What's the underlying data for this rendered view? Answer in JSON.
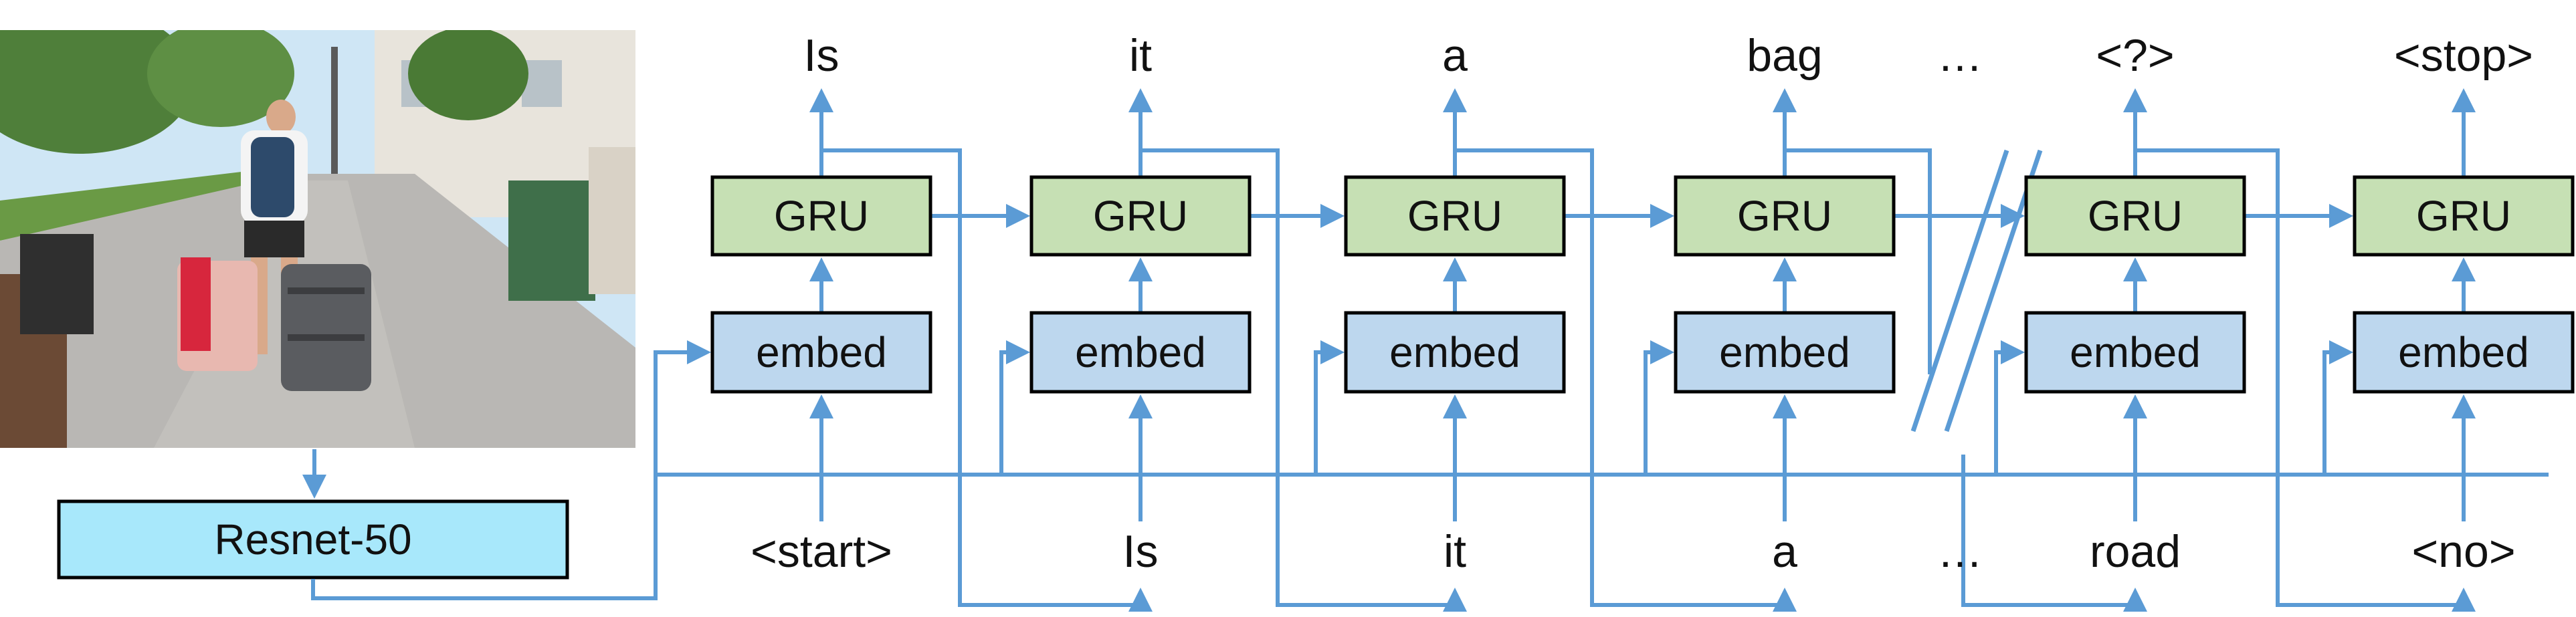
{
  "diagram": {
    "photo": {
      "description_icon": "street-scene-photo",
      "colors": {
        "sky": "#cfe6f5",
        "pavement": "#b9b7b4",
        "foliage": "#4f7f3a",
        "building": "#e8e4dc"
      }
    },
    "encoder_label": "Resnet-50",
    "gru_label": "GRU",
    "embed_label": "embed",
    "outputs": [
      "Is",
      "it",
      "a",
      "bag",
      "…",
      "<?>",
      "<stop>"
    ],
    "inputs": [
      "<start>",
      "Is",
      "it",
      "a",
      "…",
      "road",
      "<no>"
    ],
    "colors": {
      "gru_fill": "#c6e0b4",
      "embed_fill": "#bdd7ee",
      "encoder_fill": "#a8e8fb",
      "arrow": "#5b9bd5"
    }
  }
}
